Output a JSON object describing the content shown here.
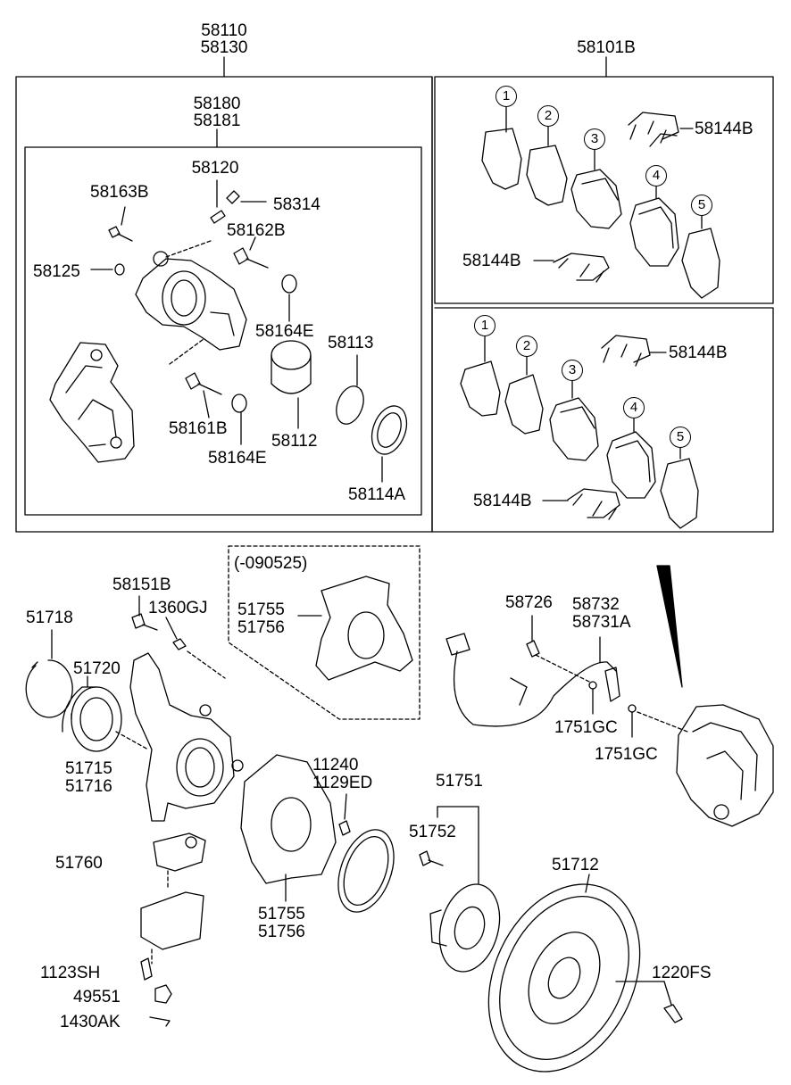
{
  "labels": {
    "top_caliper_assy_1": "58110",
    "top_caliper_assy_2": "58130",
    "pad_kit_title": "58101B",
    "caliper_body_1": "58180",
    "caliper_body_2": "58181",
    "bleeder": "58120",
    "bleeder_cap": "58314",
    "bolt_upper": "58163B",
    "guide_pin_upper": "58162B",
    "bushing_small": "58125",
    "boot_upper": "58164E",
    "piston_seal": "58113",
    "guide_pin_lower": "58161B",
    "boot_lower": "58164E",
    "piston": "58112",
    "piston_boot": "58114A",
    "shim_upper_a": "58144B",
    "shim_lower_a": "58144B",
    "shim_upper_b": "58144B",
    "shim_lower_b": "58144B",
    "date_note": "(-090525)",
    "dust_cover_old_1": "51755",
    "dust_cover_old_2": "51756",
    "bolt_58151b": "58151B",
    "nut_1360gj": "1360GJ",
    "snap_ring": "51718",
    "bearing": "51720",
    "knuckle_1": "51715",
    "knuckle_2": "51716",
    "screw_1": "11240",
    "screw_2": "1129ED",
    "ball_joint": "51760",
    "bolt_1123sh": "1123SH",
    "nut_49551": "49551",
    "pin_1430ak": "1430AK",
    "dust_cover_1": "51755",
    "dust_cover_2": "51756",
    "hub": "51751",
    "hub_bolt": "51752",
    "disc": "51712",
    "screw_1220fs": "1220FS",
    "bolt_58726": "58726",
    "hose_1": "58732",
    "hose_2": "58731A",
    "gasket_a": "1751GC",
    "gasket_b": "1751GC"
  },
  "pad_numbers": [
    "1",
    "2",
    "3",
    "4",
    "5"
  ]
}
